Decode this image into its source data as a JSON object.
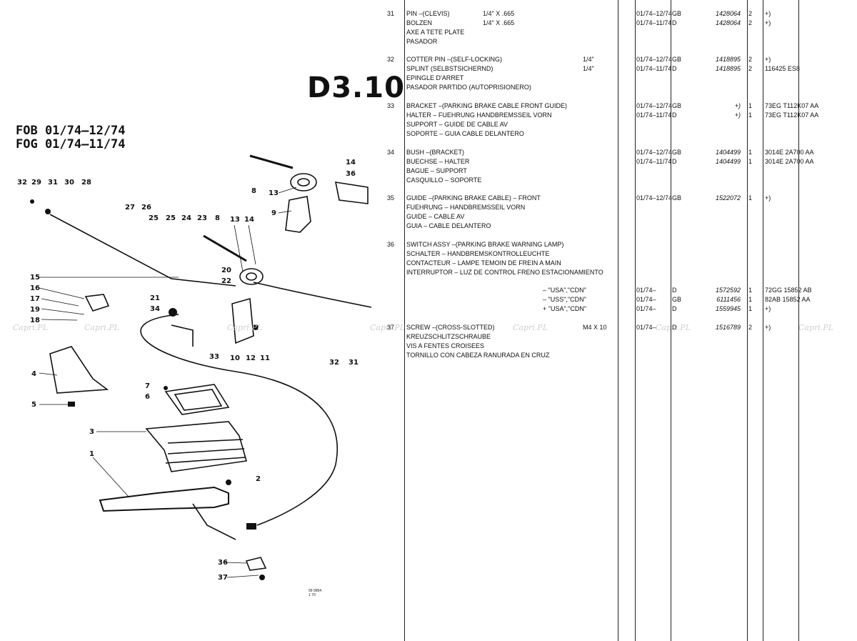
{
  "page_ref": "D3.10",
  "model_lines": [
    "FOB 01/74–12/74",
    "FOG 01/74–11/74"
  ],
  "doc_code": [
    "99 9954",
    "1 70"
  ],
  "watermark": "Capri.PL",
  "callouts": [
    "32",
    "29",
    "31",
    "30",
    "28",
    "27",
    "26",
    "25",
    "25",
    "24",
    "23",
    "8",
    "13",
    "14",
    "14",
    "36",
    "8",
    "13",
    "9",
    "15",
    "16",
    "17",
    "19",
    "18",
    "21",
    "20",
    "22",
    "34",
    "33",
    "10",
    "12",
    "11",
    "32",
    "31",
    "4",
    "5",
    "7",
    "6",
    "3",
    "1",
    "2",
    "36",
    "37"
  ],
  "parts": [
    {
      "no": "31",
      "desc": [
        "PIN –(CLEVIS)",
        "BOLZEN",
        "AXE A TETE PLATE",
        "PASADOR"
      ],
      "spec": [
        "1/4\" X .665",
        "1/4\" X .665"
      ],
      "spec2": [],
      "years": [
        "01/74–12/74",
        "01/74–11/74"
      ],
      "country": [
        "GB",
        "D"
      ],
      "partno": [
        "1428064",
        "1428064"
      ],
      "qty": [
        "2",
        "2"
      ],
      "remark": [
        "+)",
        "+)"
      ]
    },
    {
      "no": "32",
      "desc": [
        "COTTER PIN –(SELF-LOCKING)",
        "SPLINT (SELBSTSICHERND)",
        "EPINGLE D'ARRET",
        "PASADOR PARTIDO (AUTOPRISIONERO)"
      ],
      "spec": [],
      "spec2": [
        "1/4\"",
        "1/4\""
      ],
      "years": [
        "01/74–12/74",
        "01/74–11/74"
      ],
      "country": [
        "GB",
        "D"
      ],
      "partno": [
        "1418895",
        "1418895"
      ],
      "qty": [
        "2",
        "2"
      ],
      "remark": [
        "+)",
        "116425 ES8"
      ]
    },
    {
      "no": "33",
      "desc": [
        "BRACKET –(PARKING BRAKE CABLE FRONT GUIDE)",
        "HALTER – FUEHRUNG HANDBREMSSEIL VORN",
        "SUPPORT – GUIDE DE CABLE AV",
        "SOPORTE – GUIA CABLE DELANTERO"
      ],
      "spec": [],
      "spec2": [],
      "years": [
        "01/74–12/74",
        "01/74–11/74"
      ],
      "country": [
        "GB",
        "D"
      ],
      "partno": [
        "+)",
        "+)"
      ],
      "qty": [
        "1",
        "1"
      ],
      "remark": [
        "73EG T112K07 AA",
        "73EG T112K07 AA"
      ]
    },
    {
      "no": "34",
      "desc": [
        "BUSH –(BRACKET)",
        "BUECHSE – HALTER",
        "BAGUE – SUPPORT",
        "CASQUILLO – SOPORTE"
      ],
      "spec": [],
      "spec2": [],
      "years": [
        "01/74–12/74",
        "01/74–11/74"
      ],
      "country": [
        "GB",
        "D"
      ],
      "partno": [
        "1404499",
        "1404499"
      ],
      "qty": [
        "1",
        "1"
      ],
      "remark": [
        "3014E 2A700 AA",
        "3014E 2A700 AA"
      ]
    },
    {
      "no": "35",
      "desc": [
        "GUIDE –(PARKING BRAKE CABLE) – FRONT",
        "FUEHRUNG – HANDBREMSSEIL VORN",
        "GUIDE – CABLE AV",
        "GUIA – CABLE DELANTERO"
      ],
      "spec": [],
      "spec2": [],
      "years": [
        "01/74–12/74"
      ],
      "country": [
        "GB"
      ],
      "partno": [
        "1522072"
      ],
      "qty": [
        "1"
      ],
      "remark": [
        "+)"
      ]
    },
    {
      "no": "36",
      "desc": [
        "SWITCH ASSY –(PARKING BRAKE WARNING LAMP)",
        "SCHALTER – HANDBREMSKONTROLLEUCHTE",
        "CONTACTEUR – LAMPE TEMOIN DE FREIN A MAIN",
        "INTERRUPTOR – LUZ DE CONTROL FRENO ESTACIONAMIENTO"
      ],
      "spec": [],
      "spec2": [],
      "years": [],
      "country": [],
      "partno": [],
      "qty": [],
      "remark": []
    },
    {
      "no": "",
      "desc": [],
      "spec": [],
      "spec2": [],
      "years": [],
      "country": [],
      "partno": [],
      "qty": [],
      "remark": [],
      "variants": [
        {
          "label": "– \"USA\",\"CDN\"",
          "years": "01/74–",
          "country": "D",
          "partno": "1572592",
          "qty": "1",
          "remark": "72GG 15852 AB"
        },
        {
          "label": "– \"USS\",\"CDN\"",
          "years": "01/74–",
          "country": "GB",
          "partno": "6111456",
          "qty": "1",
          "remark": "82AB 15852 AA"
        },
        {
          "label": "+ \"USA\",\"CDN\"",
          "years": "01/74–",
          "country": "D",
          "partno": "1559945",
          "qty": "1",
          "remark": "+)"
        }
      ]
    },
    {
      "no": "37",
      "desc": [
        "SCREW –(CROSS-SLOTTED)",
        "KREUZSCHLITZSCHRAUBE",
        "VIS A FENTES CROISEES",
        "TORNILLO CON CABEZA RANURADA EN CRUZ"
      ],
      "spec": [],
      "spec2": [
        "M4 X 10"
      ],
      "years": [
        "01/74–"
      ],
      "country": [
        "D"
      ],
      "partno": [
        "1516789"
      ],
      "qty": [
        "2"
      ],
      "remark": [
        "+)"
      ]
    }
  ]
}
